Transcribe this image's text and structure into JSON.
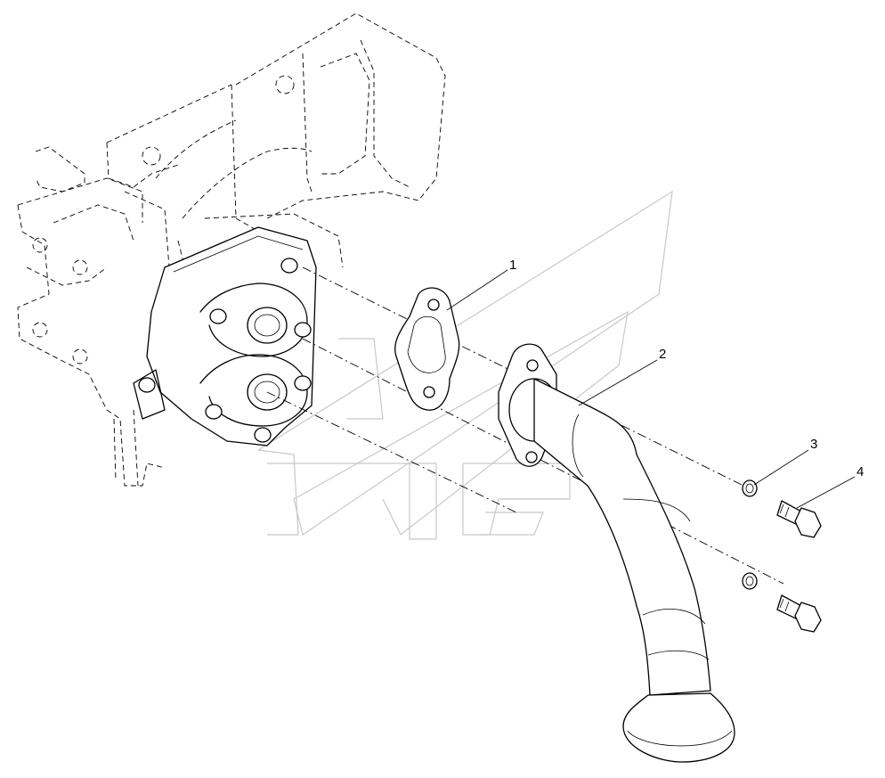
{
  "callouts": [
    {
      "id": "1",
      "text": "1"
    },
    {
      "id": "2",
      "text": "2"
    },
    {
      "id": "3",
      "text": "3"
    },
    {
      "id": "4",
      "text": "4"
    }
  ],
  "colors": {
    "line": "#000000",
    "watermark": "#c8c8c8",
    "background": "#ffffff"
  }
}
